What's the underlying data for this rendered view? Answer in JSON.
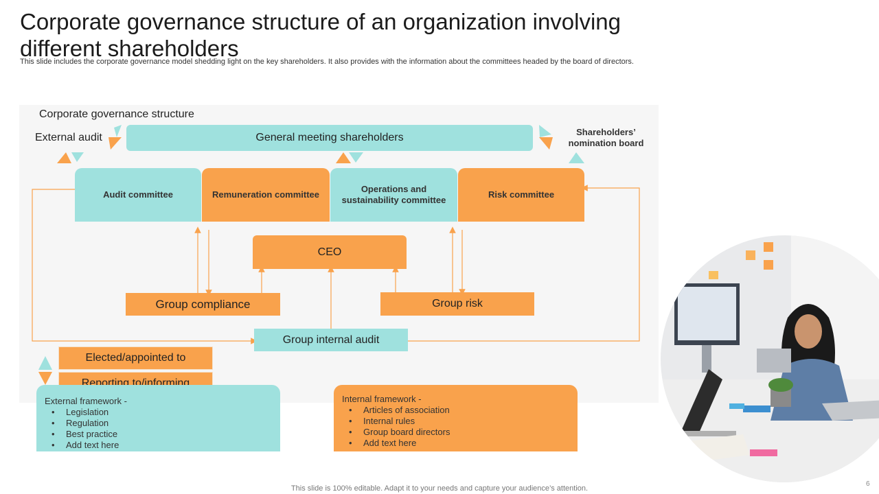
{
  "slide": {
    "title": "Corporate governance structure of an organization involving different shareholders",
    "subtitle": "This slide includes the corporate governance model shedding light on the key shareholders. It also provides with the information about the committees headed by the board of directors.",
    "footer": "This slide is 100% editable. Adapt it to your needs and capture your audience’s attention.",
    "page_number": "6"
  },
  "diagram": {
    "panel_title": "Corporate governance structure",
    "external_audit": "External audit",
    "general_meeting": "General meeting shareholders",
    "nomination_board": "Shareholders’ nomination board",
    "committees": [
      {
        "label": "Audit committee"
      },
      {
        "label": "Remuneration committee"
      },
      {
        "label": "Operations and sustainability committee"
      },
      {
        "label": "Risk committee"
      }
    ],
    "ceo": "CEO",
    "group_compliance": "Group compliance",
    "group_risk": "Group risk",
    "group_internal_audit": "Group internal audit",
    "legend": {
      "elected": "Elected/appointed to",
      "reporting": "Reporting to/informing"
    },
    "external_framework": {
      "heading": "External framework  -",
      "items": [
        "Legislation",
        "Regulation",
        "Best practice",
        "Add text here"
      ]
    },
    "internal_framework": {
      "heading": "Internal framework  -",
      "items": [
        "Articles of association",
        "Internal rules",
        "Group board directors",
        "Add text here"
      ]
    }
  },
  "colors": {
    "teal": "#9fe1de",
    "orange": "#f9a24c",
    "line": "#f9a24c"
  }
}
